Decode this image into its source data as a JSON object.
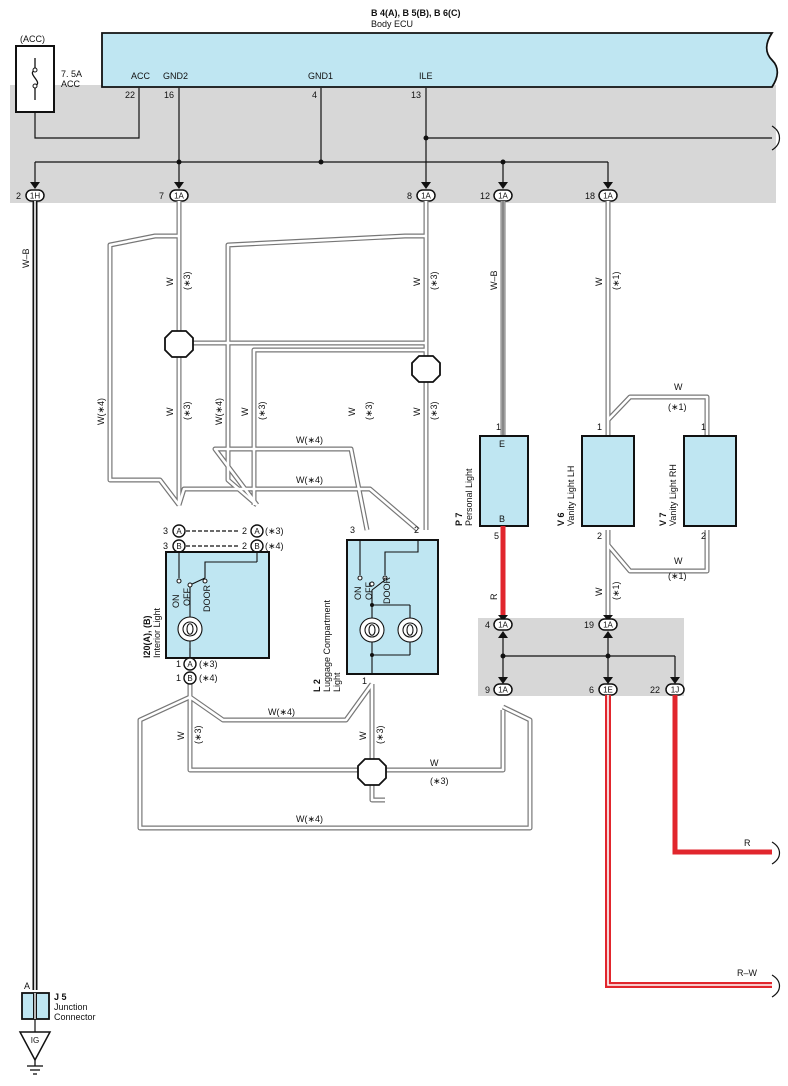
{
  "ecu": {
    "ref": "B 4(A), B 5(B), B 6(C)",
    "name": "Body ECU",
    "pins": [
      {
        "name": "ACC",
        "num": "22"
      },
      {
        "name": "GND2",
        "num": "16"
      },
      {
        "name": "GND1",
        "num": "4"
      },
      {
        "name": "ILE",
        "num": "13"
      }
    ]
  },
  "fuse": {
    "group": "(ACC)",
    "rating": "7. 5A",
    "name": "ACC"
  },
  "top_connectors": [
    {
      "pin": "2",
      "id": "1H"
    },
    {
      "pin": "7",
      "id": "1A"
    },
    {
      "pin": "8",
      "id": "1A"
    },
    {
      "pin": "12",
      "id": "1A"
    },
    {
      "pin": "18",
      "id": "1A"
    }
  ],
  "bottom_connectors": [
    {
      "pin": "4",
      "id": "1A"
    },
    {
      "pin": "19",
      "id": "1A"
    },
    {
      "pin": "9",
      "id": "1A"
    },
    {
      "pin": "6",
      "id": "1E"
    },
    {
      "pin": "22",
      "id": "1J"
    }
  ],
  "wire_labels": {
    "wb": "W–B",
    "w": "W",
    "n3": "(∗3)",
    "n1": "(∗1)",
    "w4": "W(∗4)",
    "r": "R",
    "rw": "R–W"
  },
  "interior_light": {
    "ref": "I20(A), (B)",
    "name": "Interior Light",
    "sw": {
      "on": "ON",
      "off": "OFF",
      "door": "DOOR"
    },
    "top_pins": [
      {
        "conn": "A",
        "pin": "3",
        "other": "2",
        "note": "(∗3)"
      },
      {
        "conn": "B",
        "pin": "3",
        "other": "2",
        "note": "(∗4)"
      }
    ],
    "bottom_pins": [
      {
        "pin": "1",
        "conn": "A",
        "note": "(∗3)"
      },
      {
        "pin": "1",
        "conn": "B",
        "note": "(∗4)"
      }
    ]
  },
  "luggage_light": {
    "ref": "L 2",
    "name1": "Luggage Compartment",
    "name2": "Light",
    "pin_a": "3",
    "pin_b": "2",
    "pin_c": "1",
    "sw": {
      "on": "ON",
      "off": "OFF",
      "door": "DOOR"
    }
  },
  "personal_light": {
    "ref": "P 7",
    "name": "Personal Light",
    "pin_top": "1",
    "term_top": "E",
    "term_bot": "B",
    "pin_bot": "5"
  },
  "vanity_lh": {
    "ref": "V 6",
    "name": "Vanity Light LH",
    "pin_top": "1",
    "pin_bot": "2"
  },
  "vanity_rh": {
    "ref": "V 7",
    "name": "Vanity Light RH",
    "pin_top": "1",
    "pin_bot": "2"
  },
  "junction": {
    "ref": "J 5",
    "name1": "Junction",
    "name2": "Connector",
    "pin": "A"
  },
  "ground": {
    "label": "IG"
  },
  "colors": {
    "box": "#bfe6f2",
    "band": "#d7d7d7",
    "red": "#e1262d",
    "line": "#111111"
  }
}
